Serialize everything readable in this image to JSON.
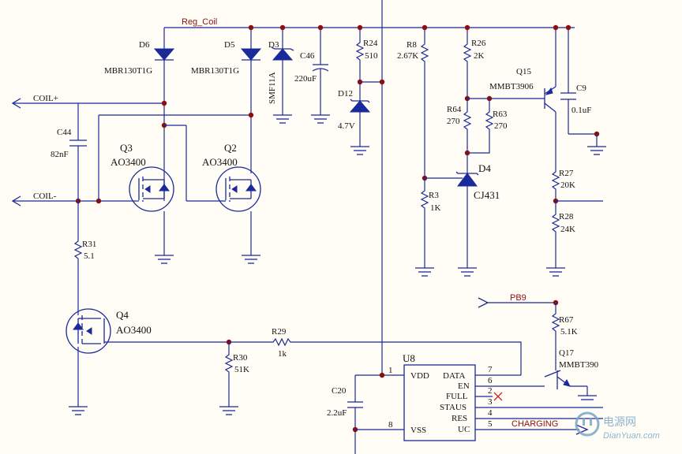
{
  "nets": {
    "reg_coil": "Reg_Coil",
    "coil_plus": "COIL+",
    "coil_minus": "COIL-",
    "pb9": "PB9",
    "charging": "CHARGING"
  },
  "parts": {
    "D6": {
      "ref": "D6",
      "value": "MBR130T1G"
    },
    "D5": {
      "ref": "D5",
      "value": "MBR130T1G"
    },
    "D3": {
      "ref": "D3",
      "value": "SMF11A"
    },
    "C46": {
      "ref": "C46",
      "value": "220uF"
    },
    "R24": {
      "ref": "R24",
      "value": "510"
    },
    "D12": {
      "ref": "D12",
      "value": "4.7V"
    },
    "R8": {
      "ref": "R8",
      "value": "2.67K"
    },
    "R26": {
      "ref": "R26",
      "value": "2K"
    },
    "Q15": {
      "ref": "Q15",
      "value": "MMBT3906"
    },
    "C9": {
      "ref": "C9",
      "value": "0.1uF"
    },
    "R64": {
      "ref": "R64",
      "value": "270"
    },
    "R63": {
      "ref": "R63",
      "value": "270"
    },
    "C44": {
      "ref": "C44",
      "value": "82nF"
    },
    "Q3": {
      "ref": "Q3",
      "value": "AO3400"
    },
    "Q2": {
      "ref": "Q2",
      "value": "AO3400"
    },
    "D4": {
      "ref": "D4",
      "value": "CJ431"
    },
    "R3": {
      "ref": "R3",
      "value": "1K"
    },
    "R27": {
      "ref": "R27",
      "value": "20K"
    },
    "R28": {
      "ref": "R28",
      "value": "24K"
    },
    "R31": {
      "ref": "R31",
      "value": "5.1"
    },
    "Q4": {
      "ref": "Q4",
      "value": "AO3400"
    },
    "R29": {
      "ref": "R29",
      "value": "1k"
    },
    "R30": {
      "ref": "R30",
      "value": "51K"
    },
    "R67": {
      "ref": "R67",
      "value": "5.1K"
    },
    "Q17": {
      "ref": "Q17",
      "value": "MMBT390"
    },
    "C20": {
      "ref": "C20",
      "value": "2.2uF"
    }
  },
  "u8": {
    "ref": "U8",
    "left_pins": [
      {
        "num": "1",
        "name": "VDD"
      },
      {
        "num": "8",
        "name": "VSS"
      }
    ],
    "right_pins": [
      {
        "num": "7",
        "name": "DATA"
      },
      {
        "num": "6",
        "name": "EN"
      },
      {
        "num": "2",
        "name": "FULL"
      },
      {
        "num": "3",
        "name": "STAUS"
      },
      {
        "num": "4",
        "name": "RES"
      },
      {
        "num": "5",
        "name": "UC"
      }
    ]
  },
  "watermark": {
    "brand": "电源网",
    "site": "DianYuan.com"
  },
  "colors": {
    "wire": "#1a2a9a",
    "junction": "#8a1010",
    "background": "#fffdf6"
  }
}
